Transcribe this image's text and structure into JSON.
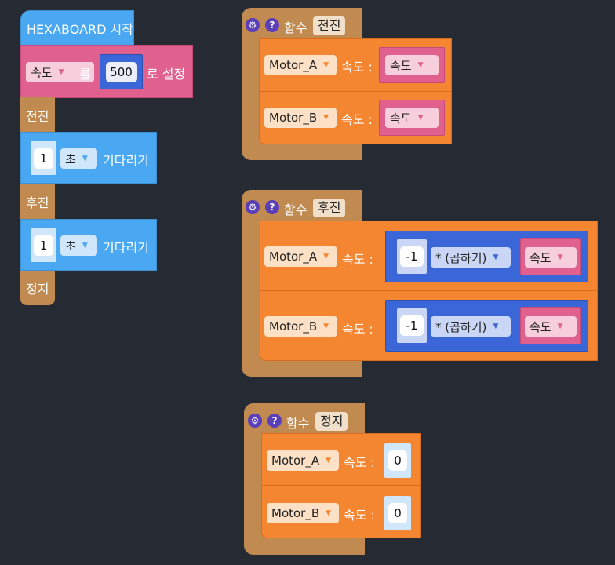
{
  "main_program": {
    "start_label": "HEXABOARD 시작",
    "set_var": {
      "var": "속도",
      "particle": "를",
      "value": "500",
      "suffix": "로 설정"
    },
    "call_forward": "전진",
    "wait1": {
      "value": "1",
      "unit": "초",
      "label": "기다리기"
    },
    "call_backward": "후진",
    "wait2": {
      "value": "1",
      "unit": "초",
      "label": "기다리기"
    },
    "call_stop": "정지"
  },
  "functions": {
    "forward": {
      "keyword": "함수",
      "name": "전진",
      "rows": [
        {
          "motor": "Motor_A",
          "label": "속도 :",
          "var": "속도"
        },
        {
          "motor": "Motor_B",
          "label": "속도 :",
          "var": "속도"
        }
      ]
    },
    "backward": {
      "keyword": "함수",
      "name": "후진",
      "rows": [
        {
          "motor": "Motor_A",
          "label": "속도 :",
          "num": "-1",
          "op": "* (곱하기)",
          "var": "속도"
        },
        {
          "motor": "Motor_B",
          "label": "속도 :",
          "num": "-1",
          "op": "* (곱하기)",
          "var": "속도"
        }
      ]
    },
    "stop": {
      "keyword": "함수",
      "name": "정지",
      "rows": [
        {
          "motor": "Motor_A",
          "label": "속도 :",
          "value": "0"
        },
        {
          "motor": "Motor_B",
          "label": "속도 :",
          "value": "0"
        }
      ]
    }
  },
  "icons": {
    "settings": "gear-icon",
    "help": "help-icon",
    "dropdown": "triangle-down-icon"
  },
  "colors": {
    "background": "#262a33",
    "event": "#4aa8f2",
    "variable": "#e0608e",
    "function": "#c08a51",
    "motor": "#f48531",
    "math": "#3b66d8"
  }
}
